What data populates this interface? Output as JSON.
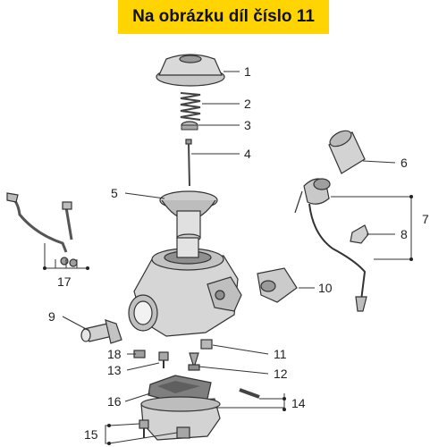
{
  "banner": {
    "text": "Na obrázku díl číslo 11",
    "color": "#ffd400"
  },
  "callouts": {
    "c1": "1",
    "c2": "2",
    "c3": "3",
    "c4": "4",
    "c5": "5",
    "c6": "6",
    "c7": "7",
    "c8": "8",
    "c9": "9",
    "c10": "10",
    "c11": "11",
    "c12": "12",
    "c13": "13",
    "c14": "14",
    "c15": "15",
    "c16": "16",
    "c17": "17",
    "c18": "18"
  },
  "colors": {
    "part_fill": "#d9d9d9",
    "part_dark": "#8c8c8c",
    "line": "#333333"
  }
}
